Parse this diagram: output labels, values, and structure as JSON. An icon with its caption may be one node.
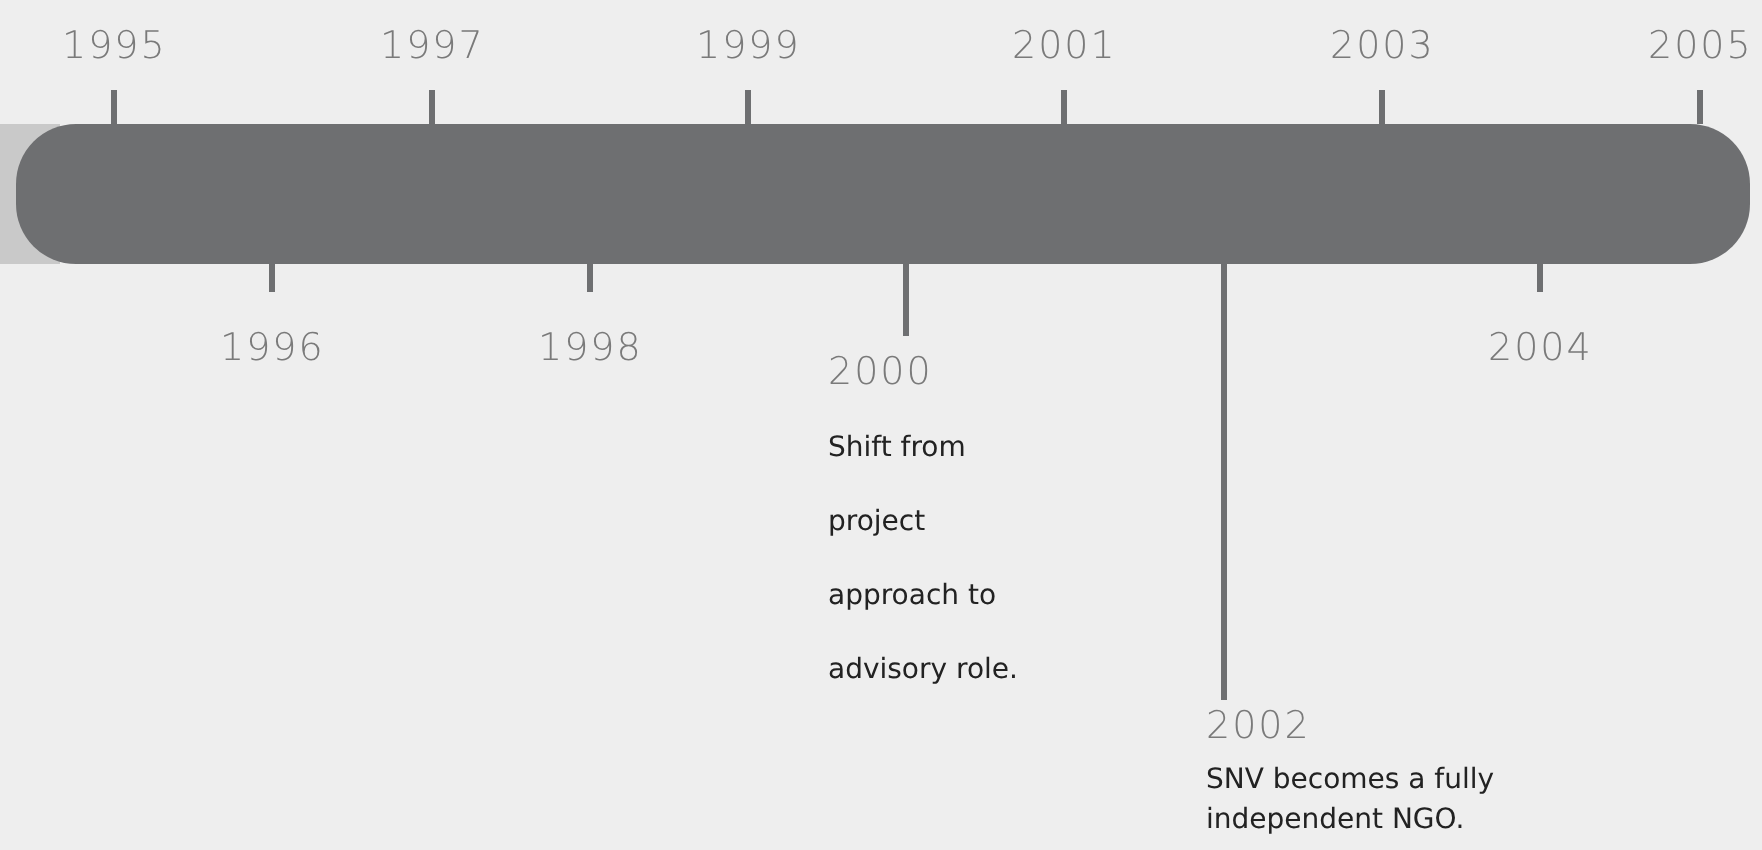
{
  "diagram": {
    "nodes": [
      {
        "text": [],
        "shape": "bar"
      }
    ],
    "labels": [
      "1995",
      "1997",
      "1999",
      "2001",
      "2003",
      "2005",
      "1996",
      "1998",
      "2000",
      "Shift from project approach to advisory role.",
      "2004",
      "2002",
      "SNV becomes a fully independent NGO."
    ]
  }
}
